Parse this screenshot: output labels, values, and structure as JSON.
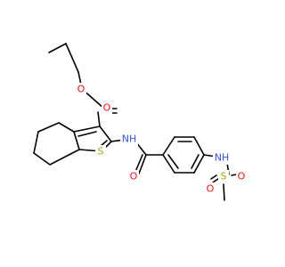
{
  "molecule": {
    "atom_labels": {
      "ester_carbonyl_o": "O",
      "ester_ether_o": "O",
      "thiophene_s": "S",
      "amide_nh": "NH",
      "amide_o": "O",
      "sulfonamide_nh": "NH",
      "sulfonyl_s": "S",
      "sulfonyl_o_top": "O",
      "sulfonyl_o_left": "O"
    },
    "colors": {
      "bond": "#000000",
      "oxygen": "#ff0d0d",
      "nitrogen": "#3050f8",
      "sulfur": "#b2a200"
    }
  }
}
